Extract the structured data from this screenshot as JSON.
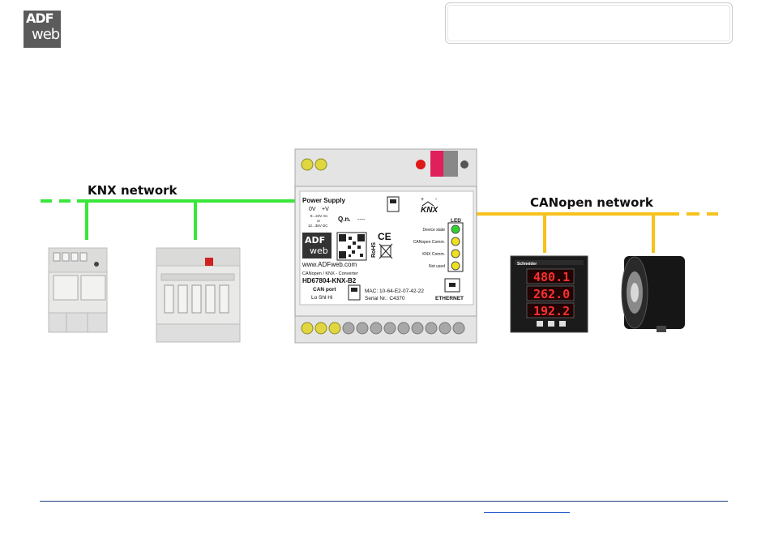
{
  "header": {
    "logo_line1": "ADF",
    "logo_line2": "web"
  },
  "networks": {
    "knx_label": "KNX network",
    "canopen_label": "CANopen network",
    "knx_color": "#39e639",
    "canopen_color": "#f7c21c"
  },
  "converter": {
    "power_supply": "Power Supply",
    "voltage_0": "0V",
    "voltage_plus": "+V",
    "ac_range": "8...24V AC",
    "or": "or",
    "dc_range": "12...35V DC",
    "qn": "Q.n.",
    "qn_value": "----",
    "website": "www.ADFweb.com",
    "description": "CANopen / KNX - Converter",
    "model": "HD67804-KNX-B2",
    "can_port": "CAN port",
    "can_pins": "Lo  Shl  Hi",
    "mac": "MAC: 10-64-E2-07-42-22",
    "serial": "Serial Nr.: C4370",
    "ethernet": "ETHERNET",
    "knx_logo": "KNX",
    "led_header": "LED",
    "leds": [
      {
        "label": "Device state",
        "color": "#2fd12f"
      },
      {
        "label": "CANopen Comm.",
        "color": "#f0e21a"
      },
      {
        "label": "KNX Comm.",
        "color": "#f0e21a"
      },
      {
        "label": "Not used",
        "color": "#f0e21a"
      }
    ],
    "ce": "CE",
    "rohs": "RoHS"
  },
  "meter": {
    "readings": [
      "480.1",
      "262.0",
      "192.2"
    ],
    "brand": "Schneider"
  }
}
